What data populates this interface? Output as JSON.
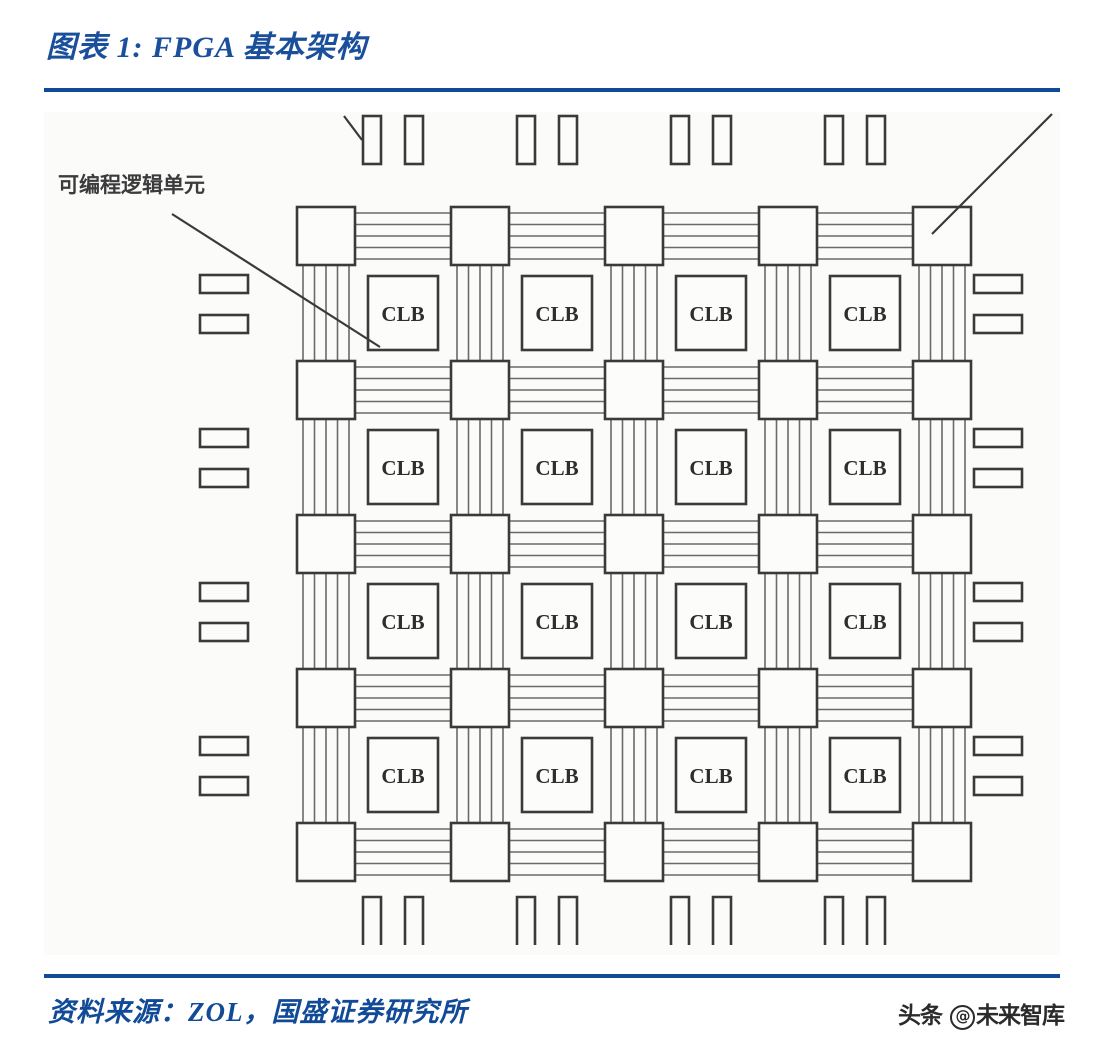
{
  "figure": {
    "title": "图表 1: FPGA 基本架构",
    "source": "资料来源：ZOL，国盛证券研究所",
    "watermark_prefix": "头条 ",
    "watermark_at": "@",
    "watermark_suffix": "未来智库",
    "accent_color": "#114a97",
    "image_background": "#fbfbfa"
  },
  "diagram": {
    "type": "fpga-architecture",
    "annotations": [
      {
        "id": "clb-callout",
        "label": "可编程逻辑单元",
        "target": "clb-r0-c0"
      },
      {
        "id": "iob-callout",
        "label": "",
        "target": "switch-r0-c4"
      }
    ],
    "block_label": "CLB",
    "grid": {
      "switch_rows": 5,
      "switch_cols": 5,
      "clb_rows": 4,
      "clb_cols": 4,
      "routing_tracks_per_channel": 5
    },
    "clb_labels": [
      [
        "CLB",
        "CLB",
        "CLB",
        "CLB"
      ],
      [
        "CLB",
        "CLB",
        "CLB",
        "CLB"
      ],
      [
        "CLB",
        "CLB",
        "CLB",
        "CLB"
      ],
      [
        "CLB",
        "CLB",
        "CLB",
        "CLB"
      ]
    ],
    "io_pads": {
      "top_groups": 4,
      "top_pads_per_group": 2,
      "bottom_groups": 4,
      "bottom_pads_per_group": 2,
      "left_groups": 4,
      "left_pads_per_group": 2,
      "right_groups": 4,
      "right_pads_per_group": 2
    },
    "colors": {
      "line": "#3a3a3a",
      "routing_line": "#6a6a6a",
      "box_fill": "#fcfcfb"
    }
  }
}
